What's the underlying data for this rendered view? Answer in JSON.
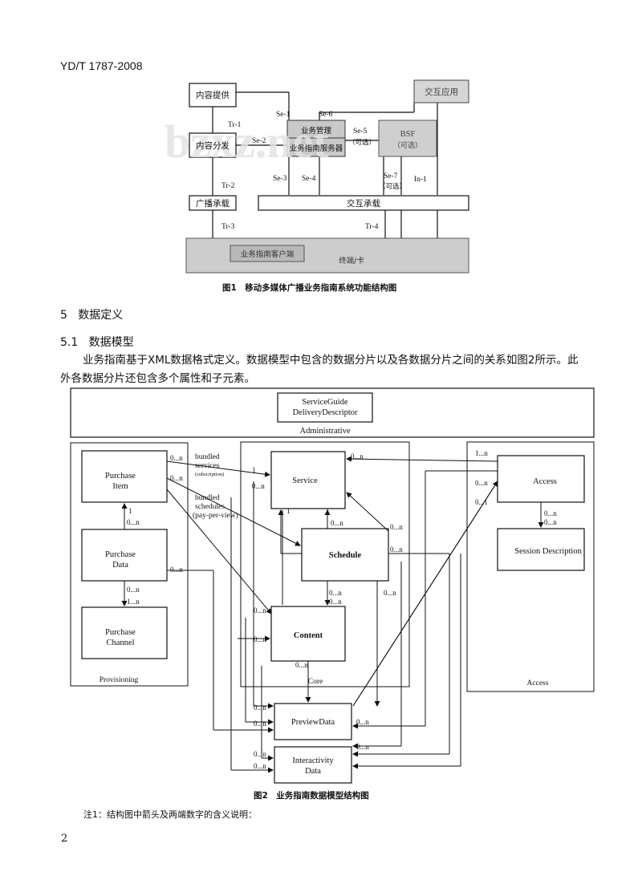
{
  "header": {
    "doc_id": "YD/T 1787-2008"
  },
  "figure1": {
    "boxes": {
      "content_provider": "内容提供",
      "content_distribution": "内容分发",
      "broadcast_bearer": "广播承载",
      "interactive_app": "交互应用",
      "service_mgmt": "业务管理",
      "sg_server": "业务指南服务器",
      "bsf": "BSF",
      "bsf_optional": "（可选）",
      "interactive_bearer": "交互承载",
      "sg_client": "业务指南客户端",
      "terminal": "终端/卡"
    },
    "labels": {
      "tr1": "Tr-1",
      "tr2": "Tr-2",
      "tr3": "Tr-3",
      "tr4": "Tr-4",
      "se1": "Se-1",
      "se2": "Se-2",
      "se3": "Se-3",
      "se4": "Se-4",
      "se5": "Se-5",
      "se6": "Se-6",
      "se7": "Se-7",
      "optional": "（可选）",
      "in1": "In-1"
    },
    "watermark": "bzxz.net",
    "caption": "图1　移动多媒体广播业务指南系统功能结构图"
  },
  "section5": {
    "number": "5",
    "title": "数据定义"
  },
  "section51": {
    "number": "5.1",
    "title": "数据模型"
  },
  "paragraph": "业务指南基于XML数据格式定义。数据模型中包含的数据分片以及各数据分片之间的关系如图2所示。此外各数据分片还包含多个属性和子元素。",
  "figure2": {
    "sgdd_line1": "ServiceGuide",
    "sgdd_line2": "DeliveryDescriptor",
    "administrative": "Administrative",
    "provisioning": "Provisioning",
    "core": "Core",
    "access_group": "Access",
    "purchase_item_1": "Purchase",
    "purchase_item_2": "Item",
    "purchase_data_1": "Purchase",
    "purchase_data_2": "Data",
    "purchase_channel_1": "Purchase",
    "purchase_channel_2": "Channel",
    "service": "Service",
    "schedule": "Schedule",
    "content": "Content",
    "access": "Access",
    "session_description": "Session Description",
    "preview_data": "PreviewData",
    "interactivity_1": "Interactivity",
    "interactivity_2": "Data",
    "bundled_services_1": "bundled",
    "bundled_services_2": "services",
    "subscription": "(subscription)",
    "bundled_schedules_1": "bundled",
    "bundled_schedules_2": "schedules",
    "ppv": "(pay-per-view)",
    "m0n": "0...n",
    "m1n": "1...n",
    "m0_1": "0...1",
    "m1": "1",
    "caption": "图2　业务指南数据模型结构图"
  },
  "note": "注1：结构图中箭头及两端数字的含义说明：",
  "page_number": "2"
}
